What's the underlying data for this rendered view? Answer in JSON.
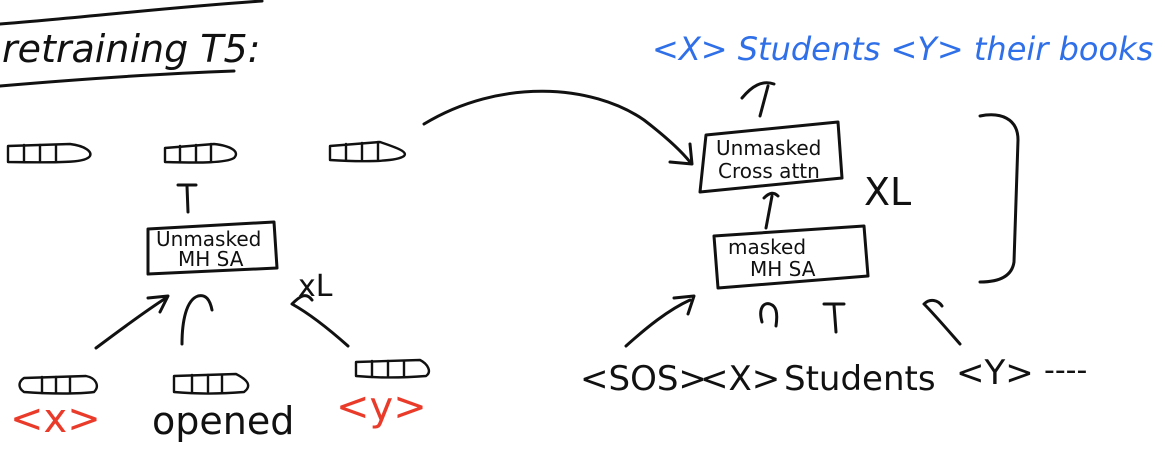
{
  "title": "retraining T5:",
  "colors": {
    "ink": "#111111",
    "decoder_target": "#2f6fe8",
    "sentinel": "#ea3b2a"
  },
  "encoder": {
    "block_label_line1": "Unmasked",
    "block_label_line2": "MH SA",
    "repeat": "xL",
    "inputs": [
      "<x>",
      "opened",
      "<y>"
    ]
  },
  "decoder": {
    "cross_label_line1": "Unmasked",
    "cross_label_line2": "Cross attn",
    "self_label_line1": "masked",
    "self_label_line2": "MH SA",
    "repeat": "XL",
    "target": "<X> Students <Y> their books",
    "inputs": [
      "<SOS>",
      "<X>",
      "Students",
      "<Y>",
      "----"
    ]
  }
}
